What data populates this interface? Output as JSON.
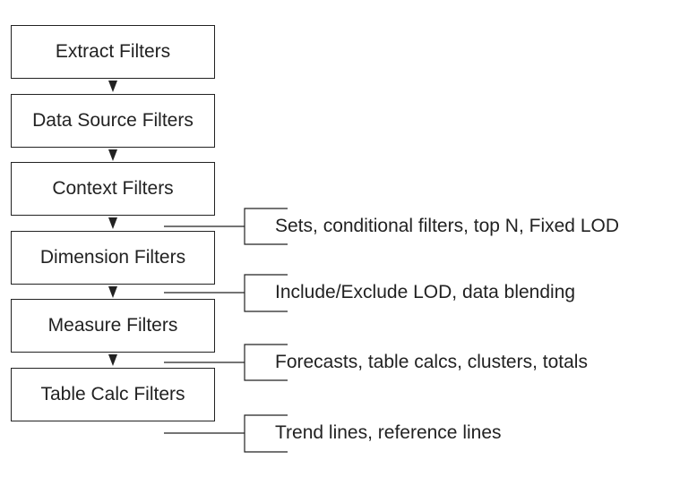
{
  "stages": [
    {
      "label": "Extract Filters"
    },
    {
      "label": "Data Source Filters"
    },
    {
      "label": "Context Filters"
    },
    {
      "label": "Dimension Filters"
    },
    {
      "label": "Measure Filters"
    },
    {
      "label": "Table Calc Filters"
    }
  ],
  "notes": [
    {
      "label": "Sets, conditional filters, top N, Fixed LOD"
    },
    {
      "label": "Include/Exclude LOD, data blending"
    },
    {
      "label": "Forecasts, table calcs, clusters, totals"
    },
    {
      "label": "Trend lines, reference lines"
    }
  ],
  "colors": {
    "stroke": "#222222",
    "text": "#222222",
    "background": "#ffffff"
  }
}
